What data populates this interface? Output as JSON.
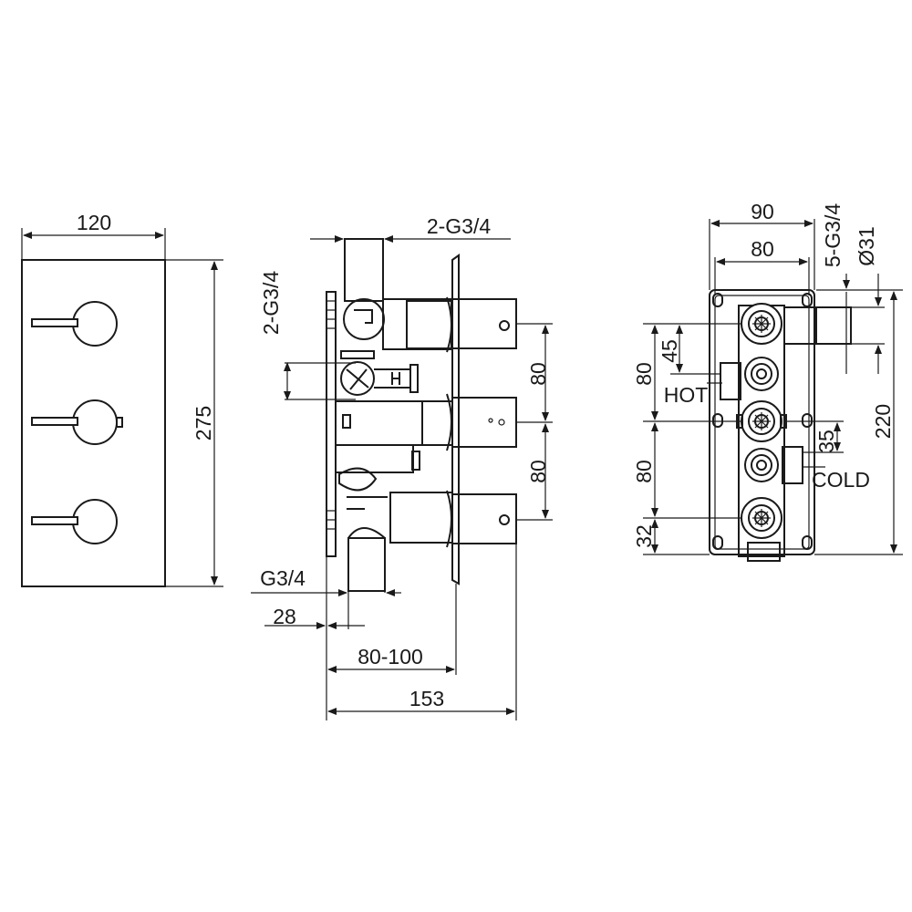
{
  "front_view": {
    "width_label": "120",
    "height_label": "275"
  },
  "side_view": {
    "top_outlet_label": "2-G3/4",
    "left_outlet_label": "2-G3/4",
    "spacing_upper_label": "80",
    "spacing_lower_label": "80",
    "bottom_inlet_label": "G3/4",
    "bottom_offset_label": "28",
    "depth_range_label": "80-100",
    "overall_depth_label": "153"
  },
  "back_view": {
    "outer_width_label": "90",
    "inner_width_label": "80",
    "outlet_spec_label": "5-G3/4",
    "diameter_label": "Ø31",
    "offset_45_label": "45",
    "spacing_upper_label": "80",
    "spacing_lower_label": "80",
    "bottom_offset_label": "32",
    "hot_label": "HOT",
    "cold_label": "COLD",
    "offset_35_label": "35",
    "overall_height_label": "220"
  }
}
